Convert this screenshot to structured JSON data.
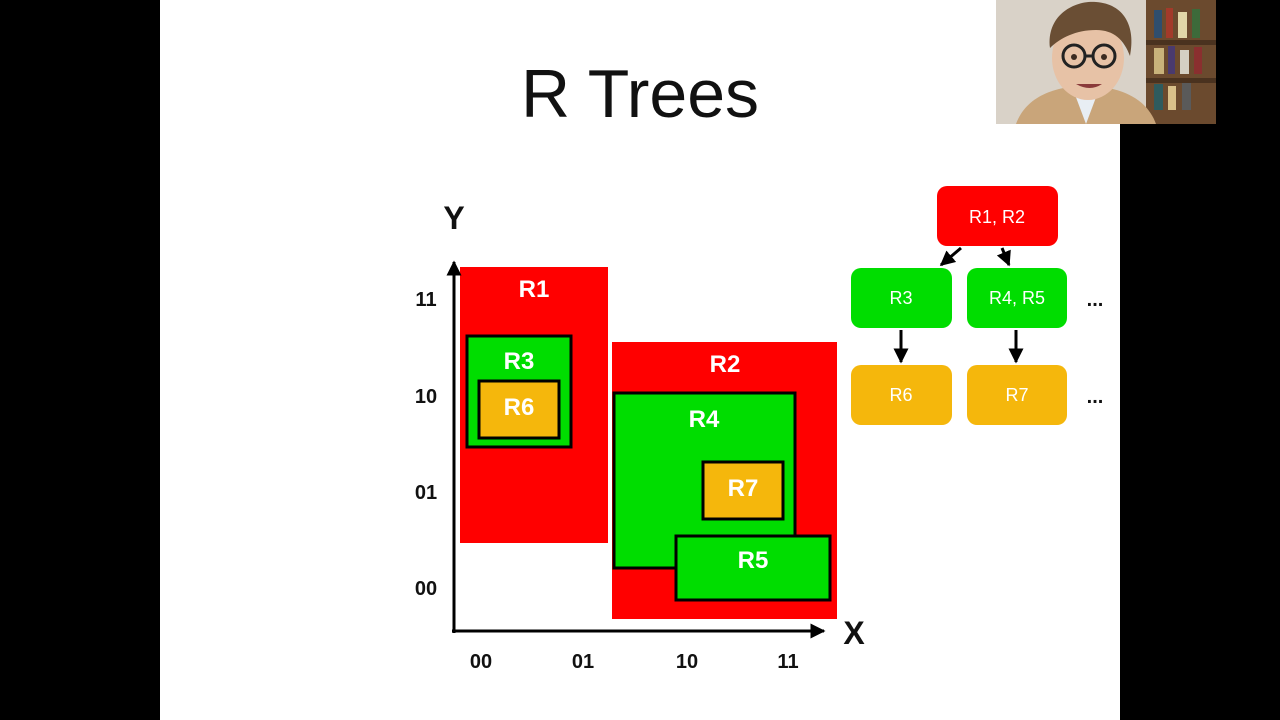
{
  "slide": {
    "title": "R Trees"
  },
  "axes": {
    "y_label": "Y",
    "x_label": "X",
    "y_ticks": [
      "11",
      "10",
      "01",
      "00"
    ],
    "x_ticks": [
      "00",
      "01",
      "10",
      "11"
    ]
  },
  "rectangles": {
    "r1": "R1",
    "r2": "R2",
    "r3": "R3",
    "r4": "R4",
    "r5": "R5",
    "r6": "R6",
    "r7": "R7"
  },
  "tree": {
    "root": "R1, R2",
    "level1_left": "R3",
    "level1_right": "R4, R5",
    "level1_more": "...",
    "level2_left": "R6",
    "level2_right": "R7",
    "level2_more": "..."
  },
  "colors": {
    "red": "#ff0000",
    "green": "#00dd00",
    "orange": "#f5b70c",
    "black": "#000000"
  }
}
